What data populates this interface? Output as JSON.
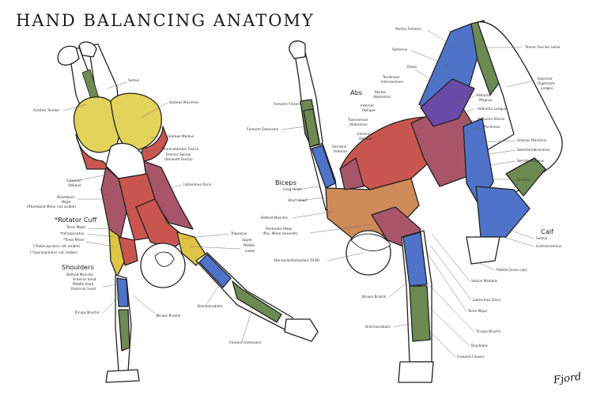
{
  "title": "HAND BALANCING ANATOMY",
  "signature": "Fjord",
  "colors": {
    "outline": "#222222",
    "gluteus": "#e3d35a",
    "muscle_red": "#c9564e",
    "muscle_mauve": "#a8556a",
    "muscle_brown": "#cf8a5a",
    "muscle_blue": "#4f73c9",
    "muscle_green": "#6c8a52",
    "muscle_yellow": "#e0c445",
    "muscle_purple": "#6a4aa8"
  },
  "left_figure": {
    "headings": {
      "rotator_cuff": "*Rotator Cuff",
      "shoulders": "Shoulders"
    },
    "labels": {
      "soleus": "Soleus",
      "achilles": "Achilles Tendon",
      "gluteus_maximus": "Gluteus Maximus",
      "gluteus_medius": "Gluteus Medius",
      "thoracolumbar": "Thoracolumbar Fascia",
      "erector": "Erector Spinae",
      "erector_sub": "(beneath Fascia)",
      "external_oblique": "External",
      "external_oblique_2": "Oblique",
      "latissimus": "Latissimus Dorsi",
      "rhomboid": "Rhomboid",
      "rhomboid_2": "Major",
      "rhomboid_minor": "(Rhomboid Minor not visible)",
      "teres_major": "Teres Major",
      "infraspinatus": "*Infraspinatus",
      "teres_minor": "*Teres Minor",
      "subscapularis": "(*Subscapularis not visible)",
      "supraspinatus": "(*Supraspinatus not visible)",
      "deltoid": "Deltoid Muscles",
      "anterior": "Anterior head",
      "middle": "Middle head",
      "posterior": "Posterior head",
      "triceps": "Triceps Brachii",
      "biceps": "Biceps Brachii",
      "trapezius": "Trapezius",
      "upper": "Upper",
      "middle_trap": "Middle",
      "lower": "Lower",
      "brachioradialis": "Brachioradialis",
      "forearm_ext": "Forearm Extensors"
    }
  },
  "right_figure": {
    "headings": {
      "abs": "Abs",
      "biceps": "Biceps",
      "calf": "Calf"
    },
    "labels": {
      "rectus_femoris": "Rectus Femoris",
      "sartorius": "Sartorius",
      "psoas": "Psoas",
      "tendinous": "Tendinous",
      "intersections": "Intersections",
      "rectus_abd": "Rectus",
      "rectus_abd_2": "Abdominis",
      "tensor": "Tensor Fasciae Latae",
      "ext_longus": "Extensor",
      "ext_longus_2": "Digitorum",
      "ext_longus_3": "Longus",
      "forearm_flexors": "Forearm Flexors",
      "forearm_extensors": "Forearm Extensors",
      "internal_oblique": "Internal",
      "internal_oblique_2": "Oblique",
      "transversus": "Transversus",
      "transversus_2": "Abdominis",
      "external_oblique": "External",
      "external_oblique_2": "Oblique",
      "serratus": "Serratus",
      "serratus_2": "Anterior",
      "adductor_magnus": "Adductor",
      "adductor_magnus_2": "Magnus",
      "adductor_longus": "Adductor Longus",
      "adductor_brevis": "Adductor Brevis",
      "pectineus": "Pectineus",
      "gluteus_max": "Gluteus Maximus",
      "semimembranosus": "Semimembranosus",
      "semitendinosus": "Semitendinosus",
      "gracilis": "Gracilis",
      "long_head": "Long Head",
      "short_head": "Short Head",
      "deltoid": "Deltoid Muscles",
      "pec_major": "Pectoralis Major",
      "pec_major_2": "(Pec. Minor beneath)",
      "scm": "Sternocleidomastoid (SCM)",
      "soleus": "Soleus",
      "gastrocnemius": "Gastrocnemius",
      "patella": "Patella (knee cap)",
      "vastus": "Vastus Medialis",
      "latissimus": "Latissimus Dorsi",
      "teres": "Teres Major",
      "triceps": "Triceps Brachii",
      "brachialis": "Brachialis",
      "biceps_brachii": "Biceps Brachii",
      "brachioradialis": "Brachioradialis",
      "forearm_flex_low": "Forearm Flexors"
    }
  }
}
